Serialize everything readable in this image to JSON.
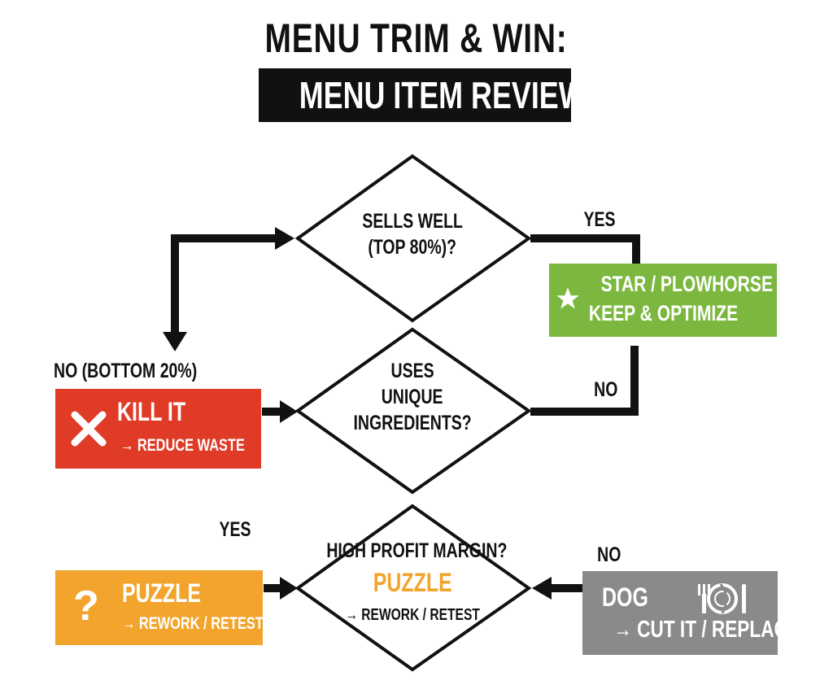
{
  "title": "MENU TRIM & WIN:",
  "subtitle": "MENU ITEM REVIEW",
  "decisions": {
    "sells_well": {
      "line1": "SELLS WELL",
      "line2": "(TOP 80%)?"
    },
    "unique_ingredients": {
      "line1": "USES",
      "line2": "UNIQUE",
      "line3": "INGREDIENTS?"
    },
    "high_profit": {
      "question": "HIGH PROFIT MARGIN?",
      "answer": "PUZZLE",
      "action": "→ REWORK / RETEST"
    }
  },
  "flow_labels": {
    "yes_top": "YES",
    "no_right": "NO",
    "no_bottom_20": "NO (BOTTOM 20%)",
    "yes_left": "YES",
    "no_dog": "NO"
  },
  "outcomes": {
    "star": {
      "line1": "STAR / PLOWHORSE →",
      "line2": "KEEP & OPTIMIZE",
      "icon": "star-icon",
      "color": "#7cb83f"
    },
    "kill": {
      "main": "KILL IT",
      "sub": "→ REDUCE WASTE",
      "icon": "x-icon",
      "color": "#e03b27"
    },
    "puzzle": {
      "main": "PUZZLE",
      "sub": "→ REWORK / RETEST",
      "icon": "question-mark-icon",
      "color": "#f2a42c"
    },
    "dog": {
      "main": "DOG",
      "sub": "→ CUT IT / REPLACE",
      "icon": "broken-plate-cutlery-icon",
      "color": "#8a8a8a"
    }
  },
  "colors": {
    "puzzle_text": "#f2a42c",
    "line": "#111111"
  }
}
